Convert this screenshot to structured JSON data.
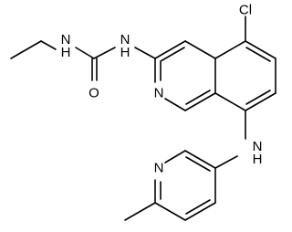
{
  "molecule": {
    "atoms": {
      "cl": "Cl",
      "nh_ethyl": "N\nH",
      "nh_aryl": "N\nH",
      "o": "O",
      "n_isoquinoline": "N",
      "nh_pyridyl": "N\nH",
      "n_pyridine": "N"
    },
    "colors": {
      "bond": "#000000",
      "text": "#000000",
      "background": "#ffffff"
    }
  }
}
